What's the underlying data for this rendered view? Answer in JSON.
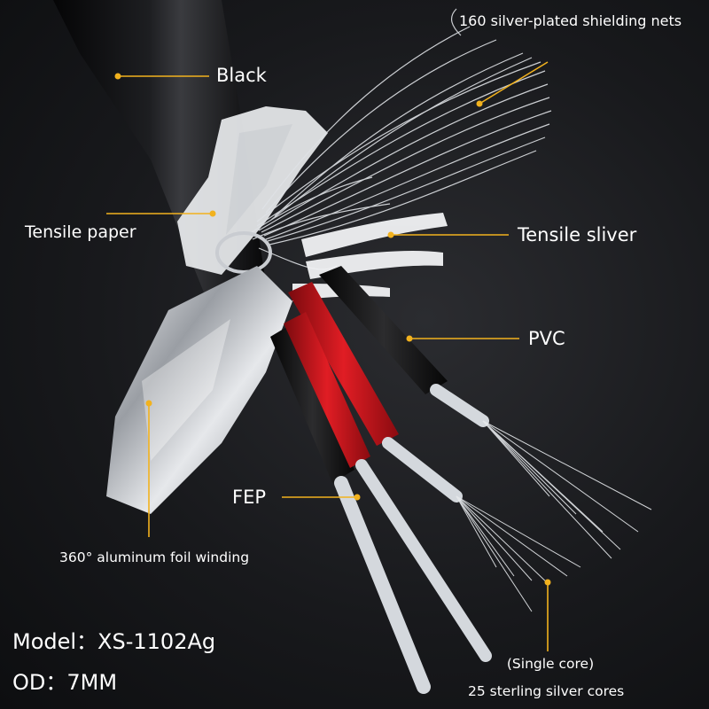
{
  "labels": {
    "black": "Black",
    "shielding": "160 silver-plated shielding nets",
    "tensile_paper": "Tensile paper",
    "tensile_sliver": "Tensile sliver",
    "pvc": "PVC",
    "fep": "FEP",
    "foil": "360° aluminum foil winding",
    "single_core": "(Single core)",
    "cores": "25 sterling silver cores"
  },
  "specs": {
    "model": "Model：XS-1102Ag",
    "od": "OD：7MM"
  },
  "colors": {
    "leader": "#f2b21e",
    "jacket": "#0b0b0c",
    "red_insulation": "#c8141b",
    "silver": "#d9dde2",
    "text": "#ffffff"
  }
}
